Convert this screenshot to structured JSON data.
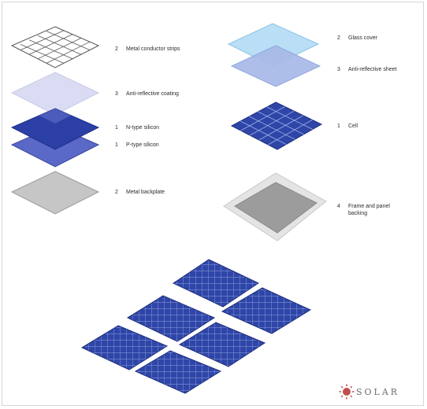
{
  "layers_left": [
    {
      "num": "2",
      "text": "Metal conductor strips"
    },
    {
      "num": "3",
      "text": "Anti-reflective coating"
    },
    {
      "num": "1",
      "text": "N-type silicon"
    },
    {
      "num": "1",
      "text": "P-type silicon"
    },
    {
      "num": "2",
      "text": "Metal backplate"
    }
  ],
  "layers_right": [
    {
      "num": "2",
      "text": "Glass cover"
    },
    {
      "num": "3",
      "text": "Anti-reflective sheet"
    },
    {
      "num": "1",
      "text": "Cell"
    },
    {
      "num": "4",
      "text": "Frame and panel backing"
    }
  ],
  "logo": {
    "text": "SOLAR"
  },
  "colors": {
    "cell_blue": "#2f46a8",
    "cell_grid": "#8fa0e0",
    "n_type": "#2b3fa6",
    "p_type": "#5a68c8",
    "anti_reflective": "#d9dcf2",
    "glass": "#b9def5",
    "backplate": "#c6c6c6",
    "frame": "#e4e4e4",
    "frame_inner": "#9c9c9c",
    "logo_accent": "#c0504d"
  }
}
